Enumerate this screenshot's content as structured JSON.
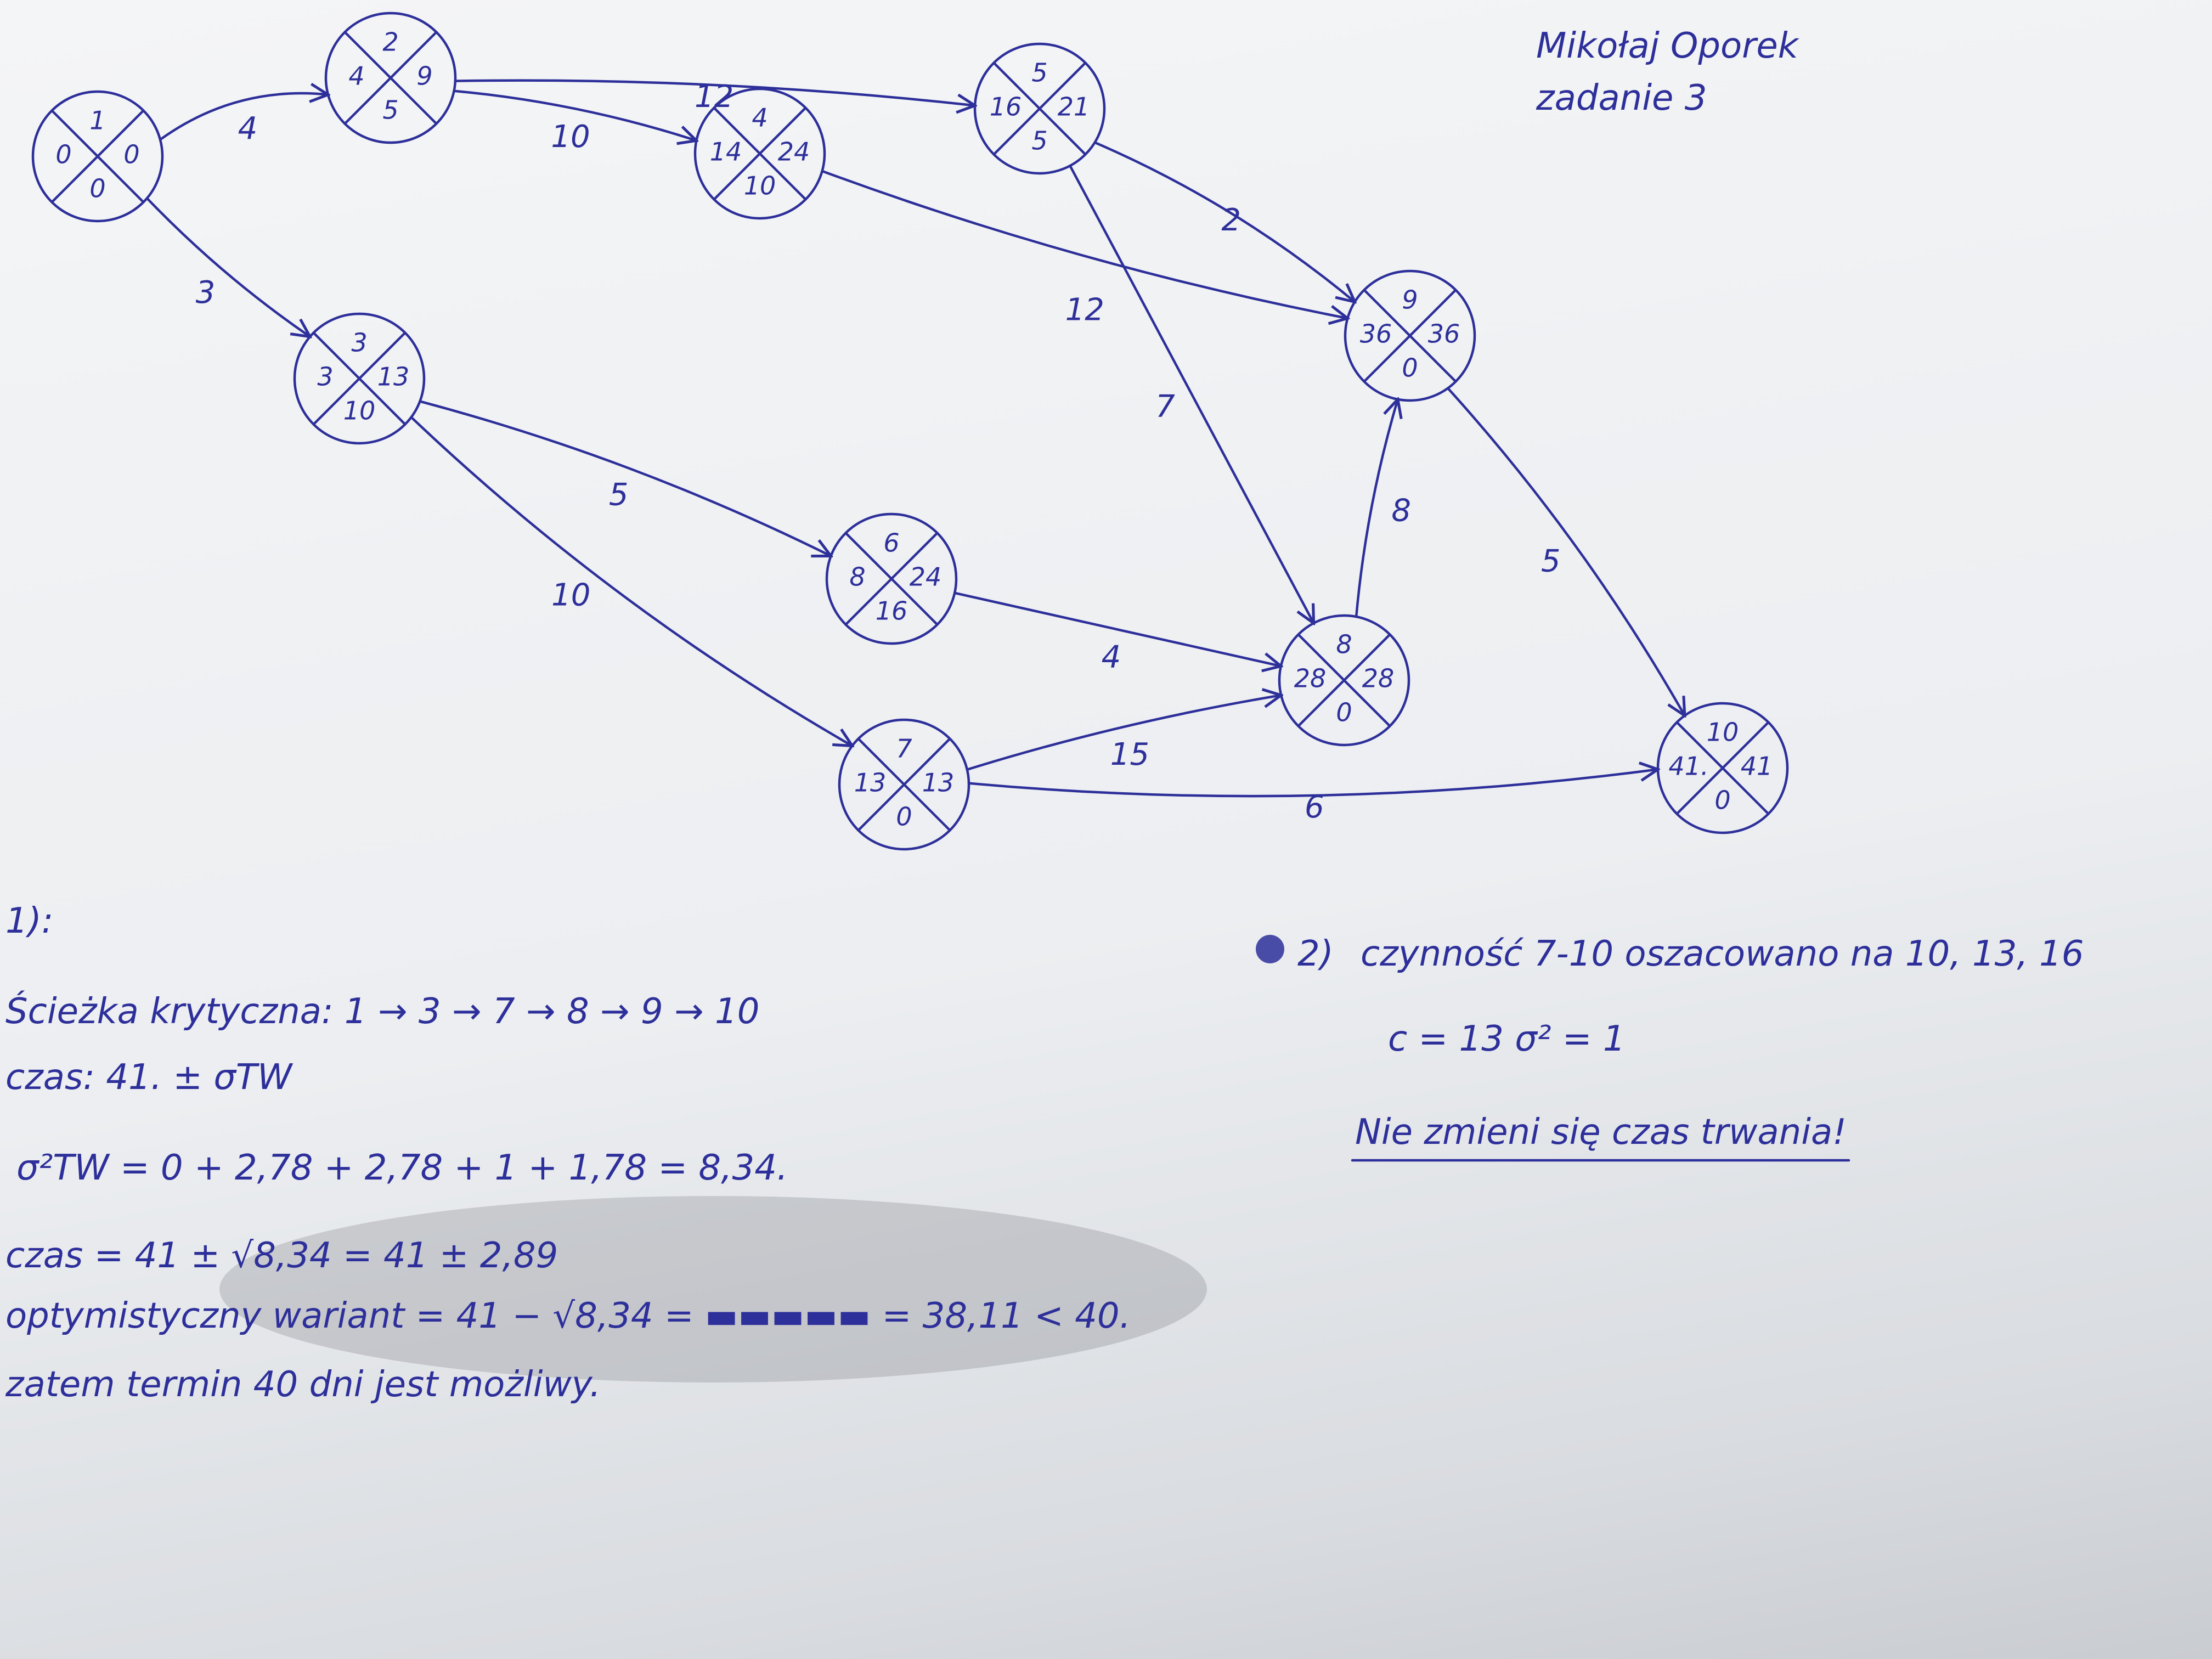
{
  "author": {
    "name": "Mikołaj Oporek",
    "task": "zadanie 3"
  },
  "nodes": [
    {
      "id": "1",
      "num": "1",
      "left": "0",
      "right": "0",
      "bottom": "0"
    },
    {
      "id": "2",
      "num": "2",
      "left": "4",
      "right": "9",
      "bottom": "5"
    },
    {
      "id": "3",
      "num": "3",
      "left": "3",
      "right": "13",
      "bottom": "10"
    },
    {
      "id": "4",
      "num": "4",
      "left": "14",
      "right": "24",
      "bottom": "10"
    },
    {
      "id": "5",
      "num": "5",
      "left": "16",
      "right": "21",
      "bottom": "5"
    },
    {
      "id": "6",
      "num": "6",
      "left": "8",
      "right": "24",
      "bottom": "16"
    },
    {
      "id": "7",
      "num": "7",
      "left": "13",
      "right": "13",
      "bottom": "0"
    },
    {
      "id": "8",
      "num": "8",
      "left": "28",
      "right": "28",
      "bottom": "0"
    },
    {
      "id": "9",
      "num": "9",
      "left": "36",
      "right": "36",
      "bottom": "0"
    },
    {
      "id": "10",
      "num": "10",
      "left": "41.",
      "right": "41",
      "bottom": "0"
    }
  ],
  "edges": [
    {
      "from": "1",
      "to": "2",
      "weight": "4"
    },
    {
      "from": "1",
      "to": "3",
      "weight": "3"
    },
    {
      "from": "2",
      "to": "5",
      "weight": "12"
    },
    {
      "from": "2",
      "to": "4",
      "weight": "10"
    },
    {
      "from": "5",
      "to": "9",
      "weight": "2"
    },
    {
      "from": "4",
      "to": "9",
      "weight": "12"
    },
    {
      "from": "5",
      "to": "8",
      "weight": "7"
    },
    {
      "from": "3",
      "to": "6",
      "weight": "5"
    },
    {
      "from": "3",
      "to": "7",
      "weight": "10"
    },
    {
      "from": "6",
      "to": "8",
      "weight": "4"
    },
    {
      "from": "7",
      "to": "8",
      "weight": "15"
    },
    {
      "from": "8",
      "to": "9",
      "weight": "8"
    },
    {
      "from": "9",
      "to": "10",
      "weight": "5"
    },
    {
      "from": "7",
      "to": "10",
      "weight": "6"
    }
  ],
  "part1": {
    "label": "1):",
    "critical_path": "Ścieżka krytyczna: 1 → 3 → 7 → 8 → 9 → 10",
    "time": "czas: 41. ± σTW",
    "variance": "σ²TW = 0 + 2,78 + 2,78 + 1 + 1,78 = 8,34.",
    "time_calc": "czas = 41 ± √8,34 = 41 ± 2,89",
    "optimistic": "optymistyczny wariant = 41 − √8,34 = ▬▬▬▬▬ = 38,11 < 40.",
    "conclusion": "zatem termin 40 dni jest możliwy."
  },
  "part2": {
    "label": "2)",
    "activity": "czynność 7-10 oszacowano na 10, 13, 16",
    "params": "c = 13     σ² = 1",
    "result": "Nie zmieni się czas trwania!"
  }
}
